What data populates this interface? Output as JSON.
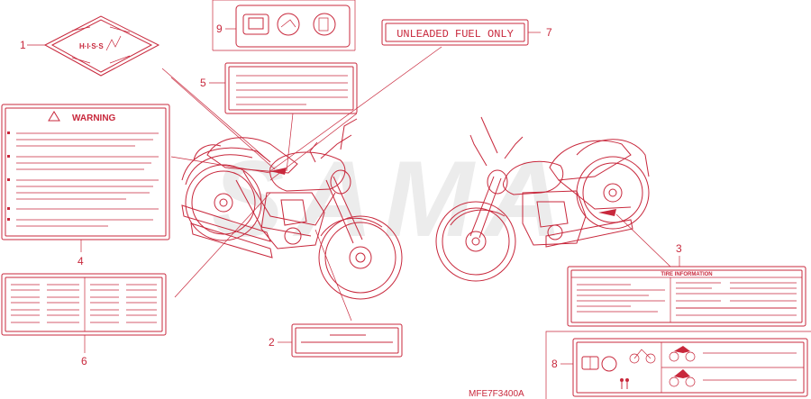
{
  "callouts": {
    "c1": "1",
    "c2": "2",
    "c3": "3",
    "c4": "4",
    "c5": "5",
    "c6": "6",
    "c7": "7",
    "c8": "8",
    "c9": "9"
  },
  "labels": {
    "fuel": "UNLEADED FUEL ONLY",
    "warning": "WARNING",
    "tire": "TIRE INFORMATION",
    "hiss": "H·I·S·S"
  },
  "diagram_code": "MFE7F3400A",
  "watermark": "SAMA",
  "colors": {
    "line": "#c8283c",
    "watermark": "#ececec"
  }
}
